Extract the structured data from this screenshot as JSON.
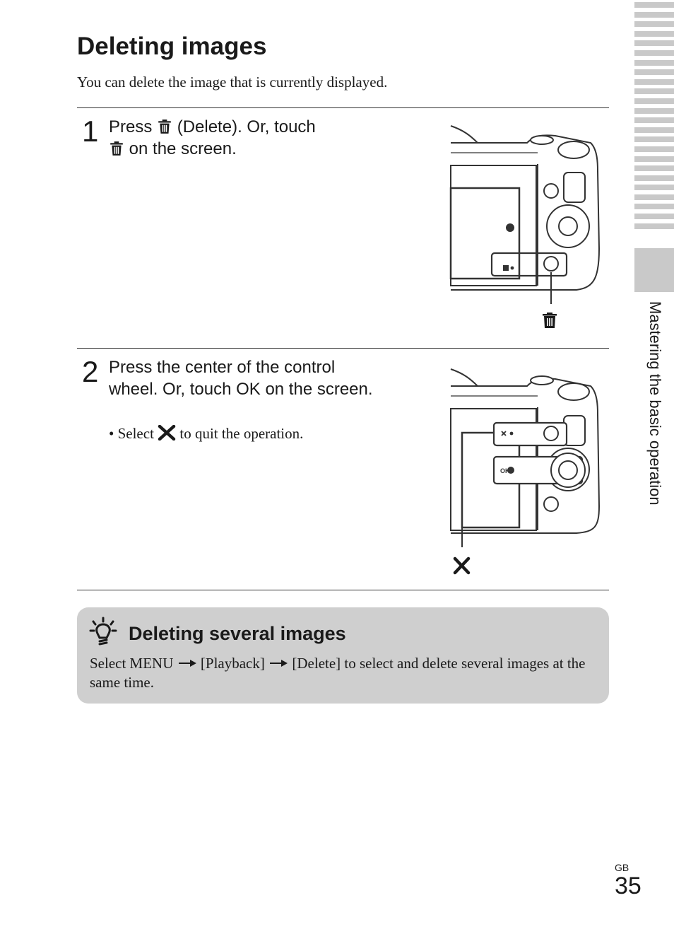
{
  "title": "Deleting images",
  "intro": "You can delete the image that is currently displayed.",
  "steps": [
    {
      "number": "1",
      "line1_pre": "Press",
      "line1_post": "(Delete). Or, touch",
      "line2_post": "on the screen.",
      "icon": "trash-icon"
    },
    {
      "number": "2",
      "text": "Press the center of the control wheel. Or, touch OK on the screen.",
      "bullet_pre": "• Select",
      "bullet_post": "to quit the operation.",
      "bullet_icon": "x-mark-icon"
    }
  ],
  "illustration_labels": {
    "ok": "OK"
  },
  "tip": {
    "icon": "light-bulb-icon",
    "heading": "Deleting several images",
    "body_1": "Select MENU",
    "body_2": "[Playback]",
    "body_3": "[Delete] to select and delete several images at the same time."
  },
  "side_tab": {
    "label": "Mastering the basic operation"
  },
  "footer": {
    "region": "GB",
    "page": "35"
  },
  "colors": {
    "tip_background": "#cfcfcf",
    "side_tab": "#c9c9c9",
    "text": "#1a1a1a"
  }
}
